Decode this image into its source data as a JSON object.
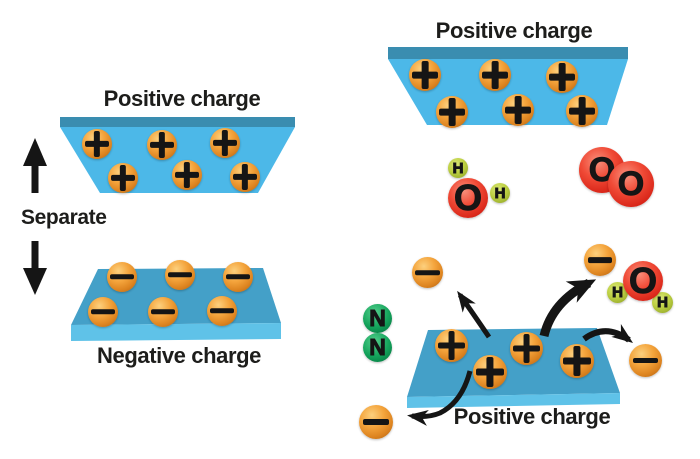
{
  "labels": {
    "left_top_plate": "Positive charge",
    "separate": "Separate",
    "left_bottom_plate": "Negative charge",
    "right_top_plate": "Positive charge",
    "right_bottom_plate": "Positive charge"
  },
  "atoms": {
    "hydrogen": "H",
    "oxygen": "O",
    "nitrogen": "N"
  },
  "ion_symbols": {
    "positive": "+",
    "negative": "−"
  },
  "colors": {
    "plate_top_blue": "#4cb8e8",
    "plate_top_edge": "#3a8db0",
    "plate_bottom_blue": "#44a0c8",
    "plate_bottom_front": "#5fc2e8",
    "ion_orange": "#f0a43c",
    "oxygen_red": "#e03224",
    "hydrogen_green": "#bdd043",
    "nitrogen_green": "#12a45c",
    "arrow": "#151515",
    "text": "#1d1d1b",
    "background": "#ffffff"
  }
}
